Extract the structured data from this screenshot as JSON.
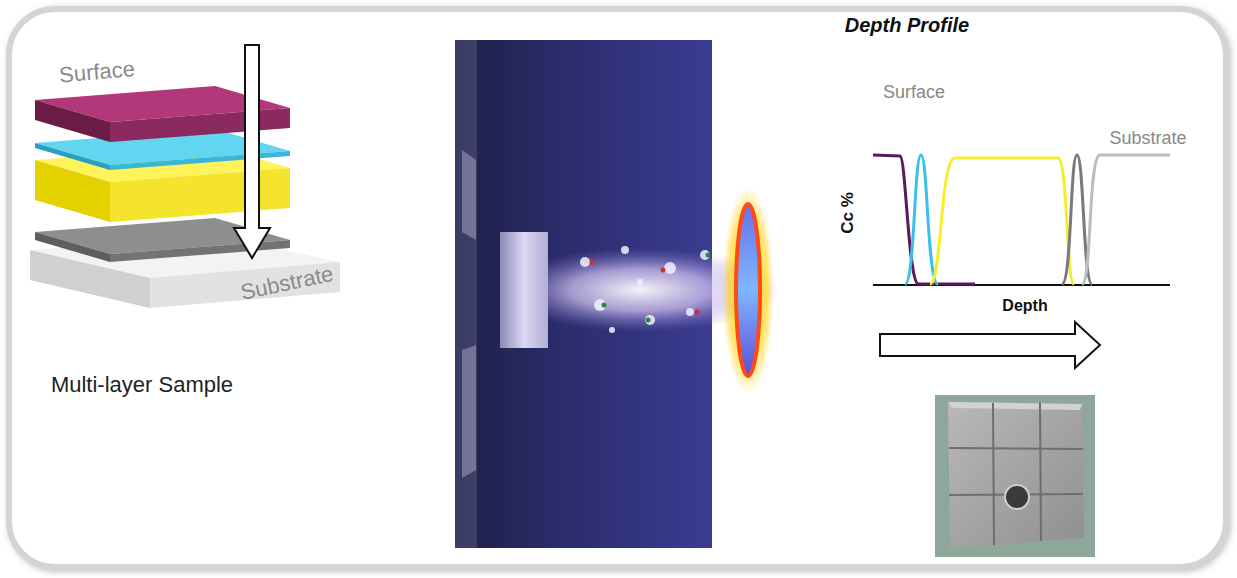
{
  "diagram": {
    "labels": [
      "Surface",
      "Substrate",
      "Multi-layer Sample",
      "Depth Profile",
      "Surface",
      "Substrate",
      "Cc %",
      "Depth"
    ]
  }
}
